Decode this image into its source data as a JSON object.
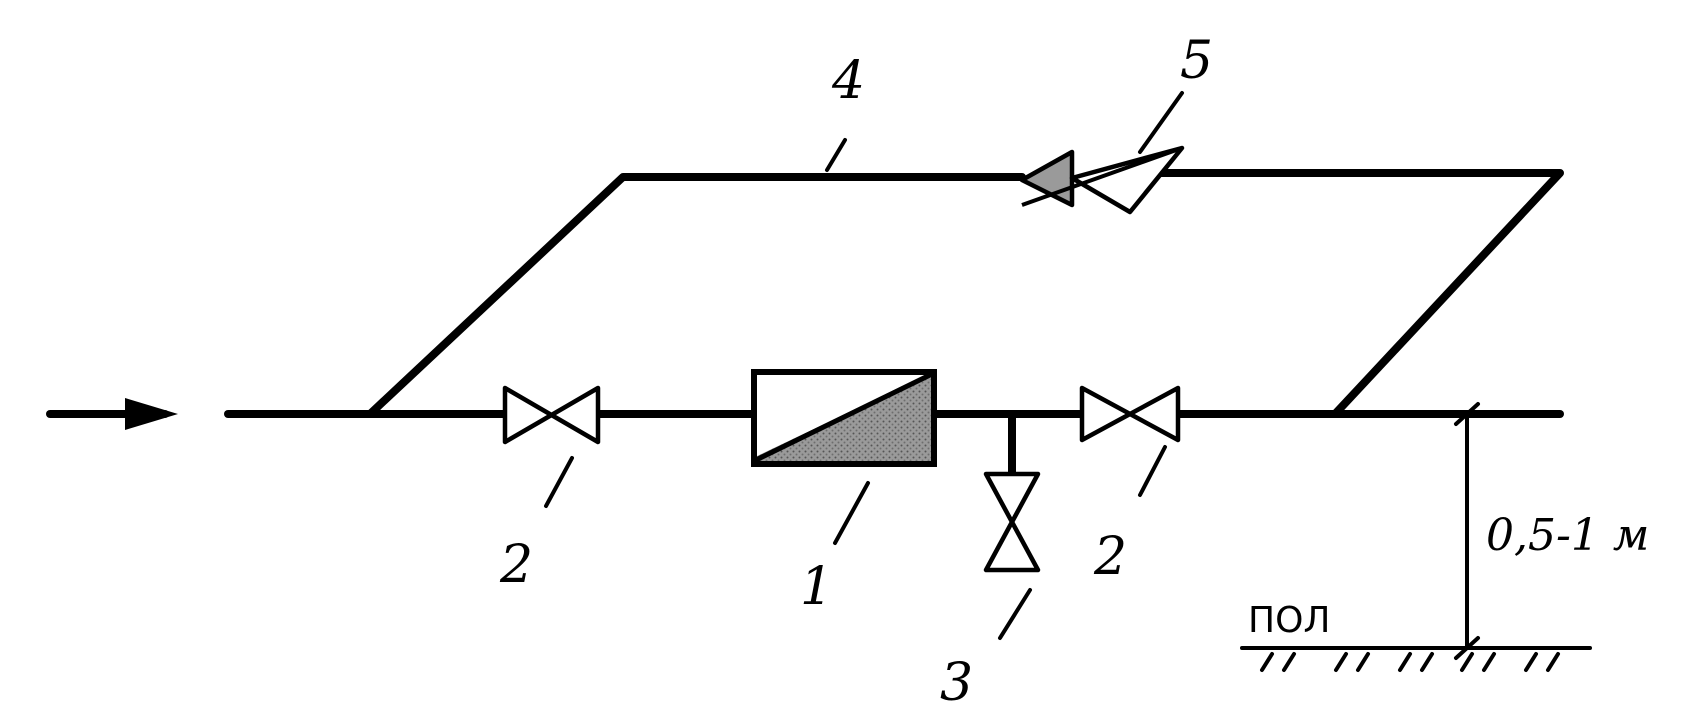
{
  "labels": {
    "meter": "1",
    "valve_inlet": "2",
    "valve_outlet": "2",
    "drain_valve": "3",
    "bypass_line": "4",
    "bypass_valve": "5"
  },
  "dimension": "0,5-1 м",
  "floor": "ПОЛ",
  "colors": {
    "line": "#000000",
    "shade": "#8a8a8a"
  }
}
